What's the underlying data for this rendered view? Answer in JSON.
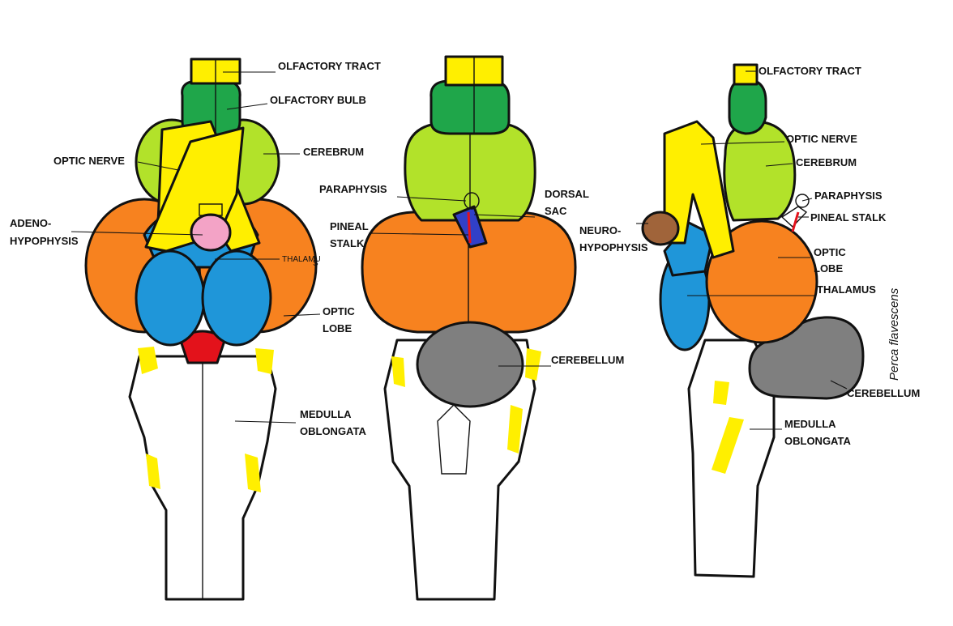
{
  "colors": {
    "olfactory_tract": "#ffef00",
    "olfactory_bulb": "#1fa64a",
    "cerebrum": "#b2e22a",
    "optic_nerve": "#ffef00",
    "optic_lobe": "#f7821f",
    "thalamus": "#1f96d9",
    "hypophysis": "#f3a3c6",
    "neurohypophysis": "#a0643a",
    "cerebellum": "#7f7f7f",
    "medulla": "#ffffff",
    "red": "#e3121b",
    "paraphysis": "#b98bc9",
    "pineal": "#3140c8"
  },
  "ventral": {
    "olfactory_tract": "OLFACTORY TRACT",
    "olfactory_bulb": "OLFACTORY BULB",
    "cerebrum": "CEREBRUM",
    "optic_nerve": "OPTIC NERVE",
    "adeno_1": "ADENO-",
    "adeno_2": "HYPOPHYSIS",
    "thalamus_1": "THALAMU",
    "thalamus_2": "S",
    "optic_lobe_1": "OPTIC",
    "optic_lobe_2": "LOBE",
    "medulla_1": "MEDULLA",
    "medulla_2": "OBLONGATA"
  },
  "dorsal": {
    "paraphysis": "PARAPHYSIS",
    "dorsal_sac_1": "DORSAL",
    "dorsal_sac_2": "SAC",
    "pineal_1": "PINEAL",
    "pineal_2": "STALK",
    "cerebellum": "CEREBELLUM"
  },
  "lateral": {
    "olfactory_tract": "OLFACTORY TRACT",
    "optic_nerve": "OPTIC NERVE",
    "cerebrum": "CEREBRUM",
    "paraphysis": "PARAPHYSIS",
    "pineal_stalk": "PINEAL STALK",
    "neuro_1": "NEURO-",
    "neuro_2": "HYPOPHYSIS",
    "optic_lobe_1": "OPTIC",
    "optic_lobe_2": "LOBE",
    "thalamus": "THALAMUS",
    "cerebellum": "CEREBELLUM",
    "medulla_1": "MEDULLA",
    "medulla_2": "OBLONGATA",
    "species": "Perca flavescens"
  }
}
